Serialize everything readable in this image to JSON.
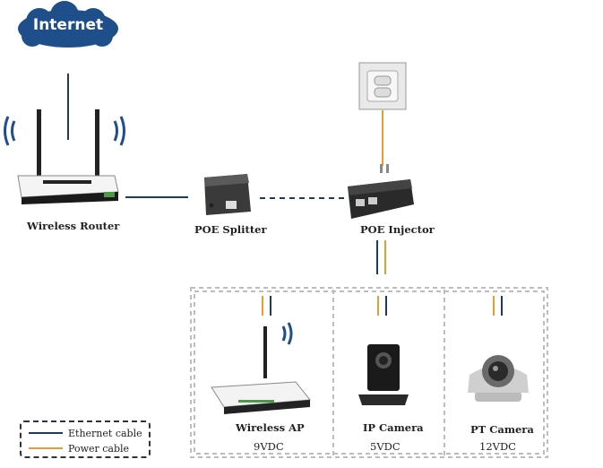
{
  "cloud": {
    "label": "Internet"
  },
  "devices": {
    "router": "Wireless Router",
    "splitter": "POE Splitter",
    "injector": "POE Injector",
    "ap": "Wireless AP",
    "ip_camera": "IP Camera",
    "pt_camera": "PT Camera"
  },
  "voltages": {
    "ap": "9VDC",
    "ip_camera": "5VDC",
    "pt_camera": "12VDC"
  },
  "legend": {
    "ethernet": "Ethernet cable",
    "power": "Power cable",
    "ethernet_color": "#1f3a5f",
    "power_color": "#e0a030"
  },
  "colors": {
    "cloud": "#1f4f8a"
  }
}
